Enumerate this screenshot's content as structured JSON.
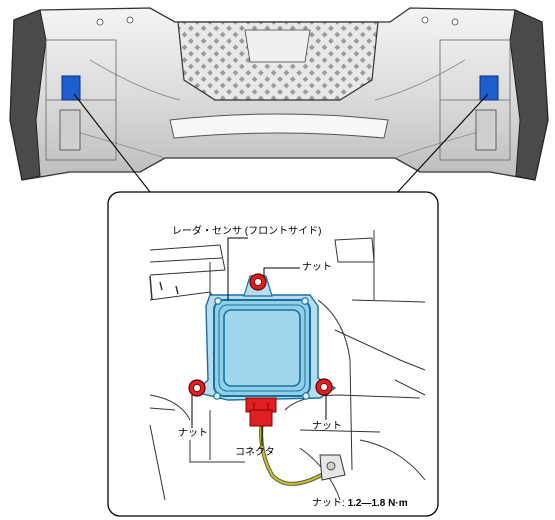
{
  "labels": {
    "sensor": "レーダ・センサ (フロントサイド)",
    "nut_top": "ナット",
    "nut_left": "ナット",
    "nut_right": "ナット",
    "connector": "コネクタ"
  },
  "torque": {
    "label": "ナット: ",
    "value": "1.2—1.8 N·m"
  },
  "colors": {
    "sensor_fill": "#8fd0e6",
    "sensor_border": "#1b6fa0",
    "nut": "#e02020",
    "connector": "#e02020",
    "highlight_blue": "#1e5fd0",
    "harness": "#c8c020"
  }
}
